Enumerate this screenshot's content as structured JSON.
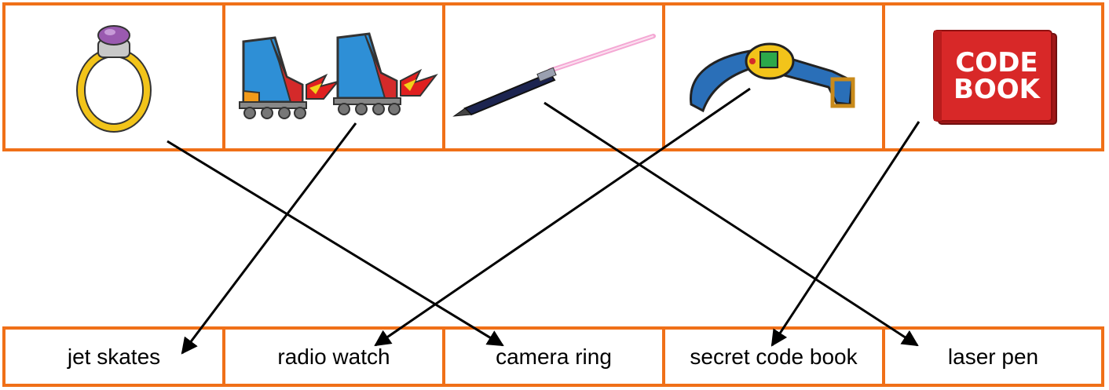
{
  "pictures": [
    {
      "name": "camera ring icon",
      "icon": "camera-ring-icon"
    },
    {
      "name": "jet skates icon",
      "icon": "jet-skates-icon"
    },
    {
      "name": "laser pen icon",
      "icon": "laser-pen-icon"
    },
    {
      "name": "radio watch icon",
      "icon": "radio-watch-icon"
    },
    {
      "name": "code book icon",
      "icon": "code-book-icon",
      "cover_text": [
        "CODE",
        "BOOK"
      ]
    }
  ],
  "labels": [
    "jet skates",
    "radio watch",
    "camera ring",
    "secret code book",
    "laser pen"
  ],
  "colors": {
    "border": "#f07018",
    "line": "#000000"
  }
}
